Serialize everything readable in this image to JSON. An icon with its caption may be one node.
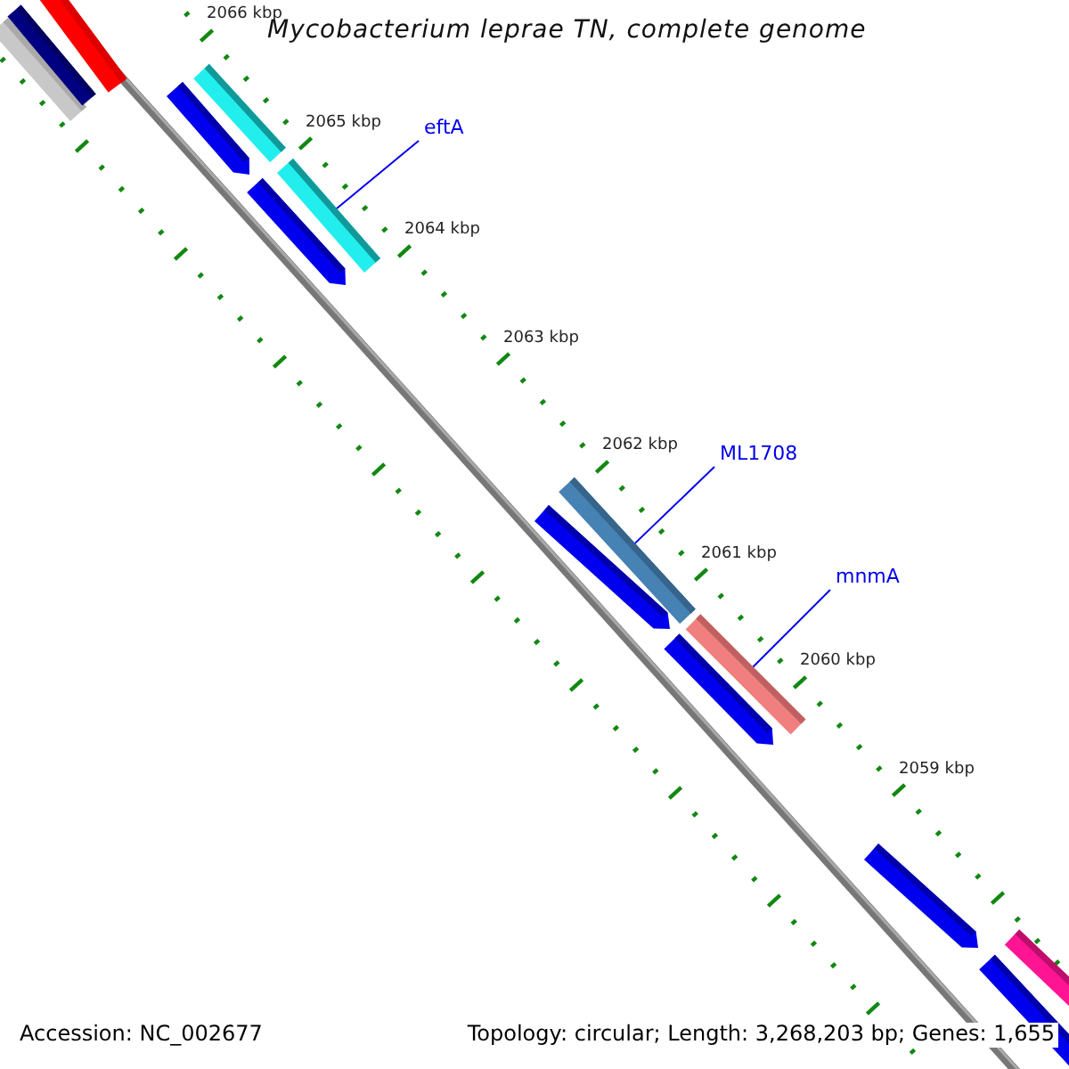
{
  "diagram": {
    "title": "Mycobacterium leprae TN, complete genome",
    "nodes": [
      {
        "text": [
          "eftA"
        ]
      },
      {
        "text": [],
        "shape": "bar"
      },
      {
        "text": [
          "ML1708"
        ]
      },
      {
        "text": [],
        "shape": "bar"
      },
      {
        "text": [
          "mnmA"
        ]
      },
      {
        "text": [],
        "shape": "bar"
      }
    ],
    "edges": [
      {
        "from": 0,
        "to": 1,
        "arrow": "none"
      },
      {
        "from": 2,
        "to": 3,
        "arrow": "none"
      },
      {
        "from": 4,
        "to": 5,
        "arrow": "none"
      }
    ],
    "labels": [
      "2066 kbp",
      "2065 kbp",
      "2064 kbp",
      "2063 kbp",
      "2062 kbp",
      "2061 kbp",
      "2060 kbp",
      "2059 kbp",
      "Accession: NC_002677",
      "Topology: circular; Length: 3,268,203 bp; Genes: 1,655"
    ]
  }
}
